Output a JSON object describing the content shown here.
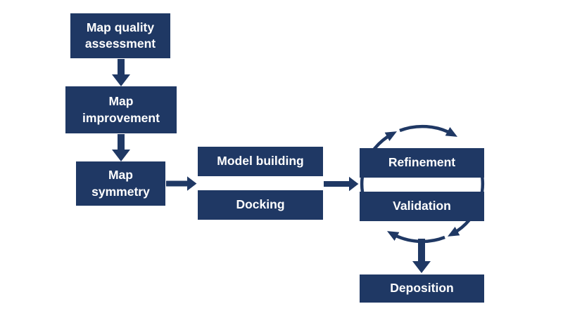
{
  "diagram": {
    "background_color": "#ffffff",
    "accent_color": "#1f3864",
    "text_color": "#ffffff",
    "nodes": [
      {
        "id": "map-quality-assessment",
        "label": "Map quality\nassessment"
      },
      {
        "id": "map-improvement",
        "label": "Map\nimprovement"
      },
      {
        "id": "map-symmetry",
        "label": "Map\nsymmetry"
      },
      {
        "id": "model-building",
        "label": "Model building"
      },
      {
        "id": "docking",
        "label": "Docking"
      },
      {
        "id": "refinement",
        "label": "Refinement"
      },
      {
        "id": "validation",
        "label": "Validation"
      },
      {
        "id": "deposition",
        "label": "Deposition"
      }
    ],
    "edges": [
      {
        "from": "map-quality-assessment",
        "to": "map-improvement",
        "type": "arrow-down"
      },
      {
        "from": "map-improvement",
        "to": "map-symmetry",
        "type": "arrow-down"
      },
      {
        "from": "map-symmetry",
        "to": "model-building/docking",
        "type": "arrow-right"
      },
      {
        "from": "model-building/docking",
        "to": "refinement/validation",
        "type": "arrow-right"
      },
      {
        "from": "refinement",
        "to": "validation",
        "type": "clockwise-cycle"
      },
      {
        "from": "refinement/validation",
        "to": "deposition",
        "type": "arrow-down"
      }
    ]
  }
}
